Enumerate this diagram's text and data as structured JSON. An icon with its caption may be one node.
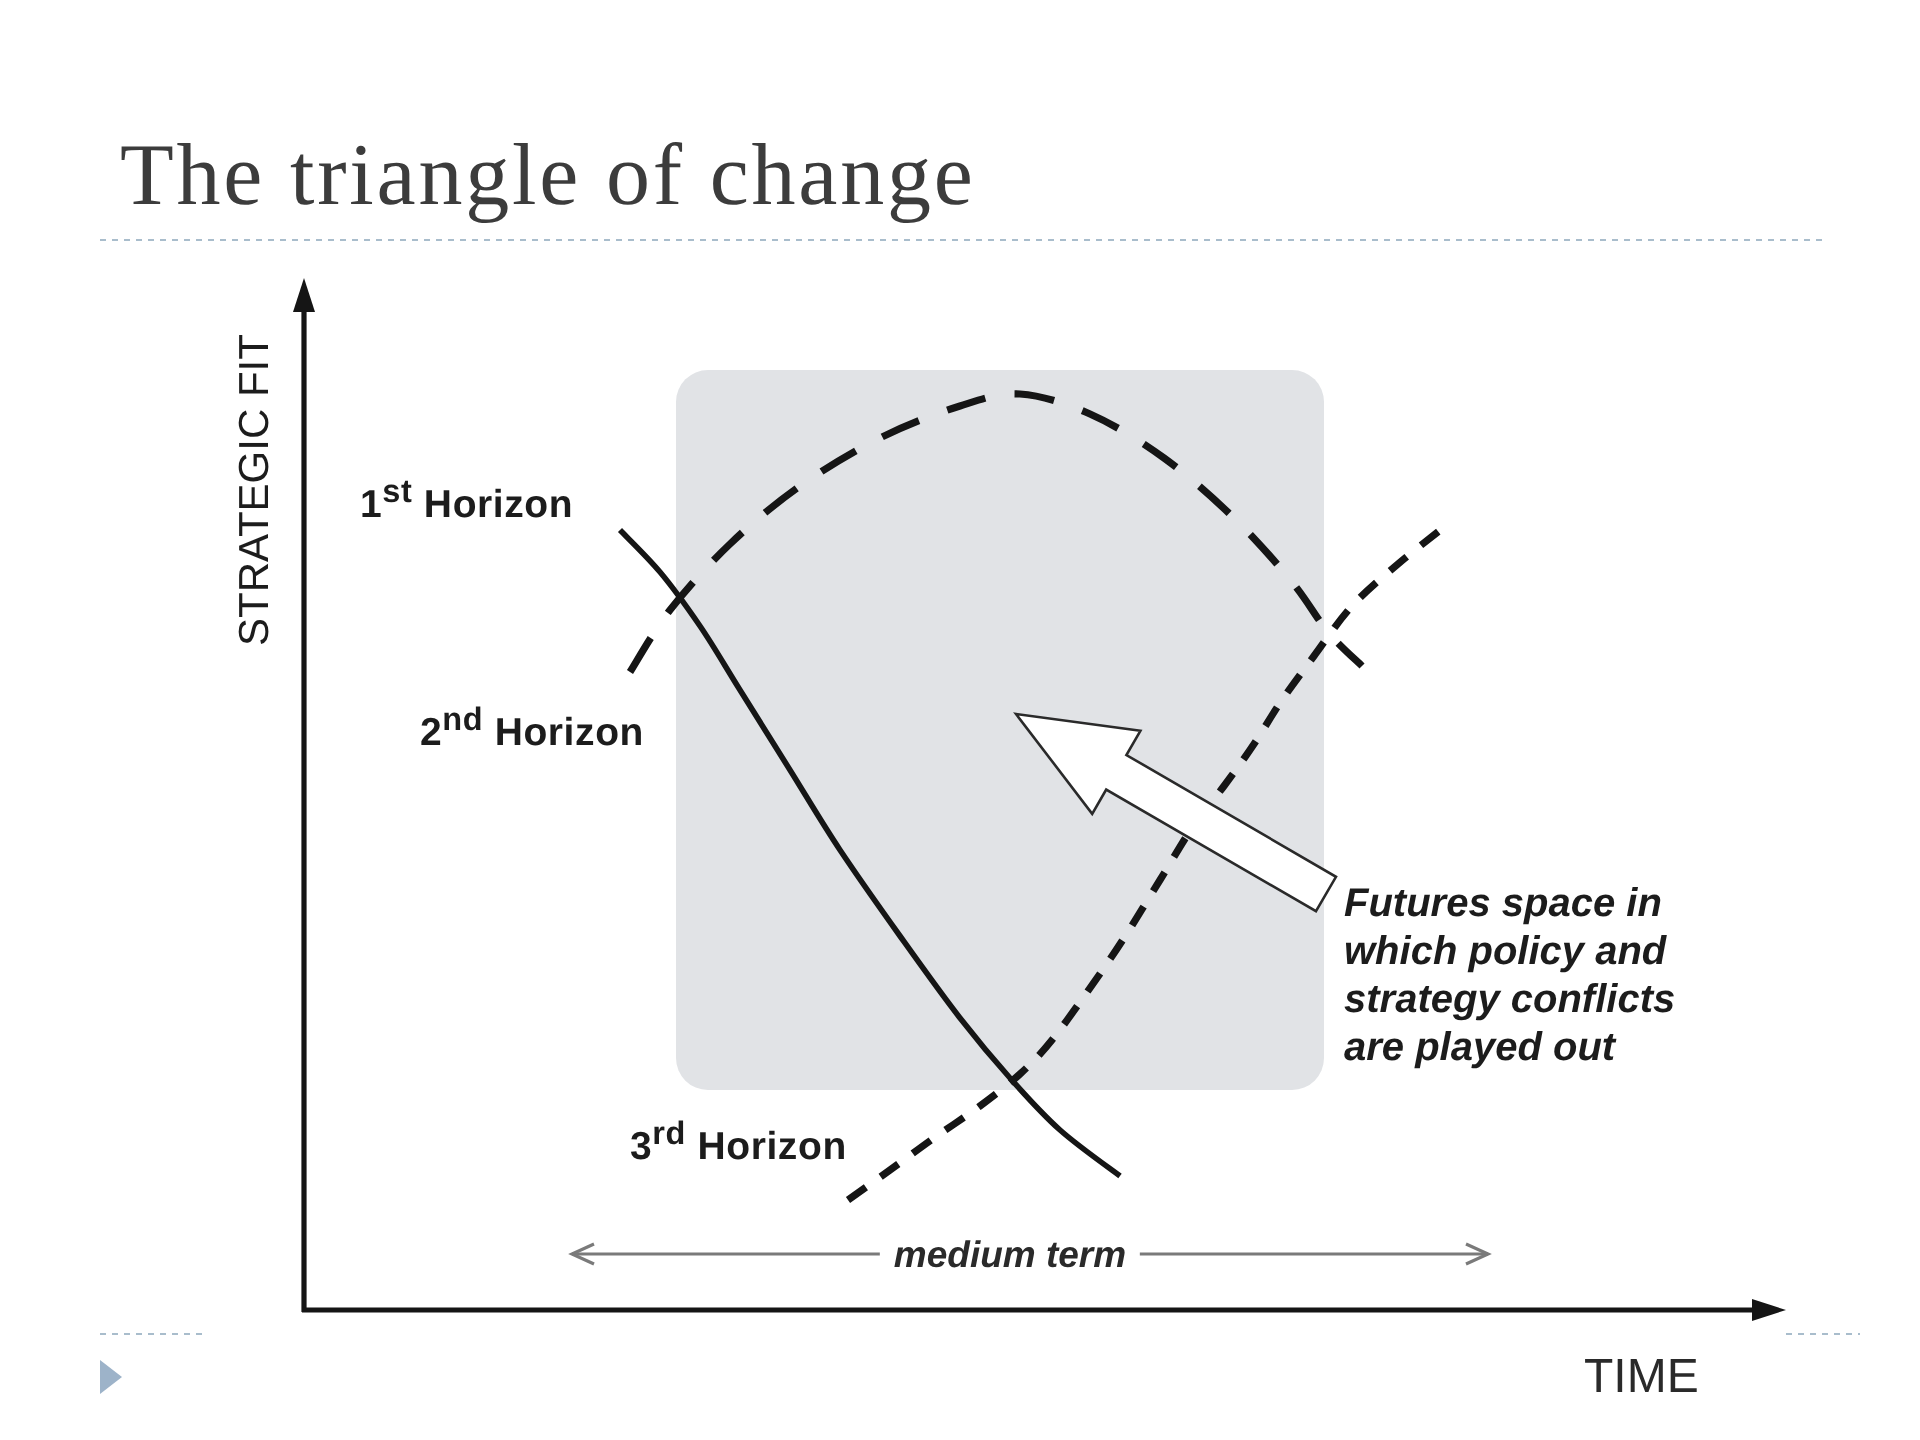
{
  "diagram": {
    "title": "The triangle of change",
    "nodes": [
      {
        "text": [],
        "shape": "box"
      },
      {
        "text": [
          "Futures space in which policy and strategy conflicts are played out"
        ]
      }
    ],
    "edges": [
      {
        "from": 1,
        "to": 0,
        "arrow": "to"
      }
    ],
    "labels": [
      "STRATEGIC FIT",
      "1$^{st}$ Horizon",
      "2$^{nd}$ Horizon",
      "3$^{rd}$ Horizon",
      "medium term",
      "TIME"
    ]
  }
}
